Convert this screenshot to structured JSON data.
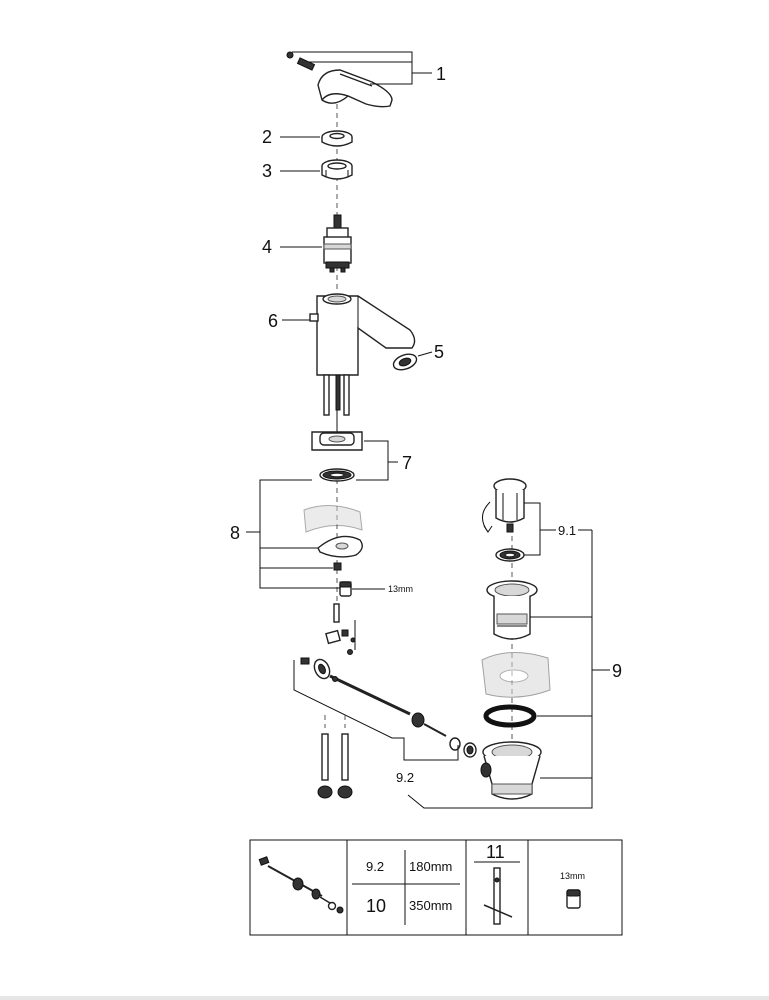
{
  "callouts": {
    "c1": "1",
    "c2": "2",
    "c3": "3",
    "c4": "4",
    "c5": "5",
    "c6": "6",
    "c7": "7",
    "c8": "8",
    "c9": "9",
    "c9_1": "9.1",
    "c9_2": "9.2",
    "wrench_13": "13mm"
  },
  "table": {
    "row1_id": "9.2",
    "row1_len": "180mm",
    "row2_id": "10",
    "row2_len": "350mm",
    "tool_id": "11",
    "wrench_label": "13mm"
  }
}
